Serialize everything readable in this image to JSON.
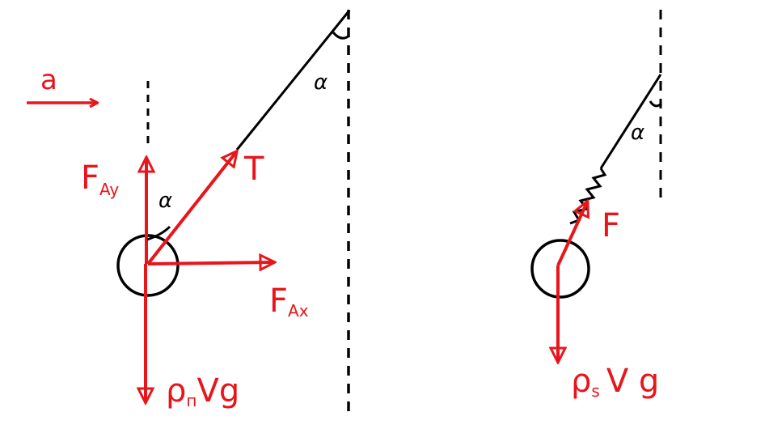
{
  "colors": {
    "force": "#e8151b",
    "line": "#000000",
    "background": "#ffffff"
  },
  "left_figure": {
    "acceleration_label": "a",
    "force_ay": {
      "main": "F",
      "sub": "Ay"
    },
    "tension_label": "T",
    "angle_label": "α",
    "force_ax": {
      "main": "F",
      "sub": "Ax"
    },
    "gravity": {
      "rho": "ρ",
      "sub": "п",
      "rest": "Vg"
    }
  },
  "right_figure": {
    "angle_label": "α",
    "spring_force_label": "F",
    "gravity": {
      "rho": "ρ",
      "sub": "s",
      "rest": "V g"
    }
  }
}
